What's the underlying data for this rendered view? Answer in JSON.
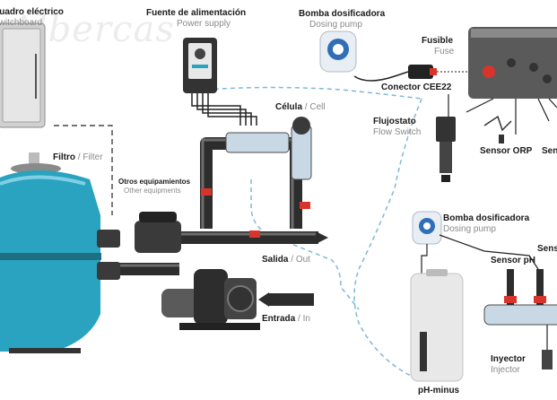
{
  "watermark": "Albercas",
  "labels": {
    "electrical_board": {
      "es": "Cuadro eléctrico",
      "en": "Switchboard"
    },
    "power_supply": {
      "es": "Fuente de alimentación",
      "en": "Power supply"
    },
    "dosing_pump_top": {
      "es": "Bomba dosificadora",
      "en": "Dosing pump"
    },
    "fuse": {
      "es": "Fusible",
      "en": "Fuse"
    },
    "connector": {
      "es": "Conector CEE22"
    },
    "flow_switch": {
      "es": "Flujostato",
      "en": "Flow Switch"
    },
    "orp_sensor": {
      "es": "Sensor ORP"
    },
    "sensor_right": {
      "es": "Sen"
    },
    "cell": {
      "es": "Célula",
      "sep": "/",
      "en": "Cell"
    },
    "filter": {
      "es": "Filtro",
      "sep": "/",
      "en": "Filter"
    },
    "other_equipment": {
      "es": "Otros equipamientos",
      "en": "Other equipments"
    },
    "outlet": {
      "es": "Salida",
      "sep": "/",
      "en": "Out"
    },
    "inlet": {
      "es": "Entrada",
      "sep": "/",
      "en": "In"
    },
    "dosing_pump_mid": {
      "es": "Bomba dosificadora",
      "en": "Dosing pump"
    },
    "sensor_ph": {
      "es": "Sensor pH"
    },
    "sensor_partial": {
      "es": "Sens"
    },
    "injector": {
      "es": "Inyector",
      "en": "Injector"
    },
    "ph_minus": {
      "es": "pH-minus"
    }
  },
  "colors": {
    "pipe": "#2d2d2d",
    "tank": "#29a3bf",
    "dashed_line": "#7fb8d8",
    "control_panel": "#4a4a4a",
    "pump_cap": "#2f6fb8",
    "red_marker": "#d9342b"
  }
}
